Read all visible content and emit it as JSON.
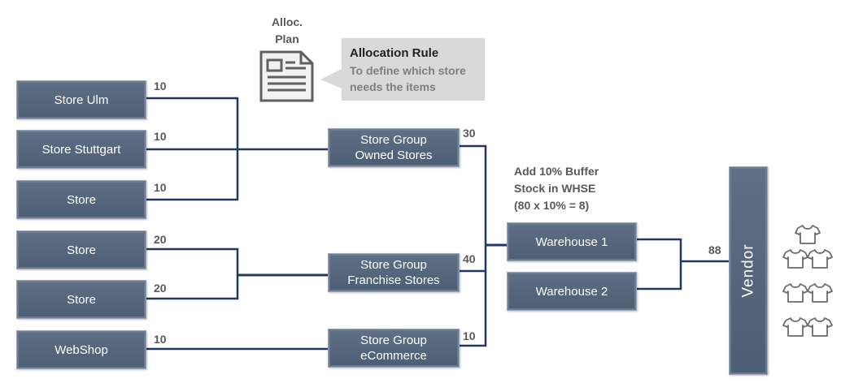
{
  "plan": {
    "label_line1": "Alloc.",
    "label_line2": "Plan",
    "icon": "document-icon"
  },
  "callout": {
    "title": "Allocation Rule",
    "body_line1": "To define which store",
    "body_line2": "needs the items"
  },
  "stores": [
    {
      "label": "Store Ulm",
      "qty": "10"
    },
    {
      "label": "Store Stuttgart",
      "qty": "10"
    },
    {
      "label": "Store",
      "qty": "10"
    },
    {
      "label": "Store",
      "qty": "20"
    },
    {
      "label": "Store",
      "qty": "20"
    },
    {
      "label": "WebShop",
      "qty": "10"
    }
  ],
  "groups": [
    {
      "line1": "Store Group",
      "line2": "Owned Stores",
      "qty": "30"
    },
    {
      "line1": "Store Group",
      "line2": "Franchise Stores",
      "qty": "40"
    },
    {
      "line1": "Store Group",
      "line2": "eCommerce",
      "qty": "10"
    }
  ],
  "buffer_note": {
    "line1": "Add 10% Buffer",
    "line2": "Stock in WHSE",
    "line3": "(80 x 10% = 8)"
  },
  "warehouses": [
    {
      "label": "Warehouse 1"
    },
    {
      "label": "Warehouse 2"
    }
  ],
  "vendor": {
    "label": "Vendor",
    "qty": "88"
  },
  "icons": {
    "items": "tshirt-icon"
  },
  "colors": {
    "box": "#56667c",
    "line": "#1f3864",
    "text": "#595959"
  }
}
